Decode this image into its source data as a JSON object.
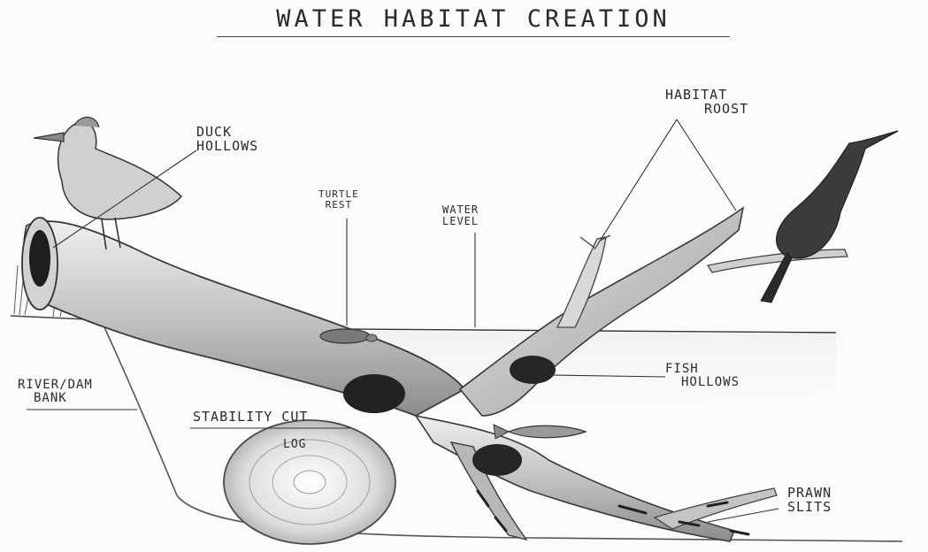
{
  "title": "WATER HABITAT CREATION",
  "labels": {
    "duck_hollows": [
      "DUCK",
      "HOLLOWS"
    ],
    "habitat_roost": [
      "HABITAT",
      "ROOST"
    ],
    "turtle_rest": [
      "TURTLE",
      "REST"
    ],
    "water_level": [
      "WATER",
      "LEVEL"
    ],
    "river_dam_bank": [
      "RIVER/DAM",
      "BANK"
    ],
    "stability_cut": "STABILITY CUT",
    "log": "LOG",
    "fish_hollows": [
      "FISH",
      "HOLLOWS"
    ],
    "prawn_slits": [
      "PRAWN",
      "SLITS"
    ]
  },
  "colors": {
    "pencil_dark": "#2a2a2a",
    "pencil_mid": "#888888",
    "pencil_light": "#c8c8c8",
    "hollow": "#1e1e1e",
    "underwater_wash": "#d6d6d6"
  }
}
